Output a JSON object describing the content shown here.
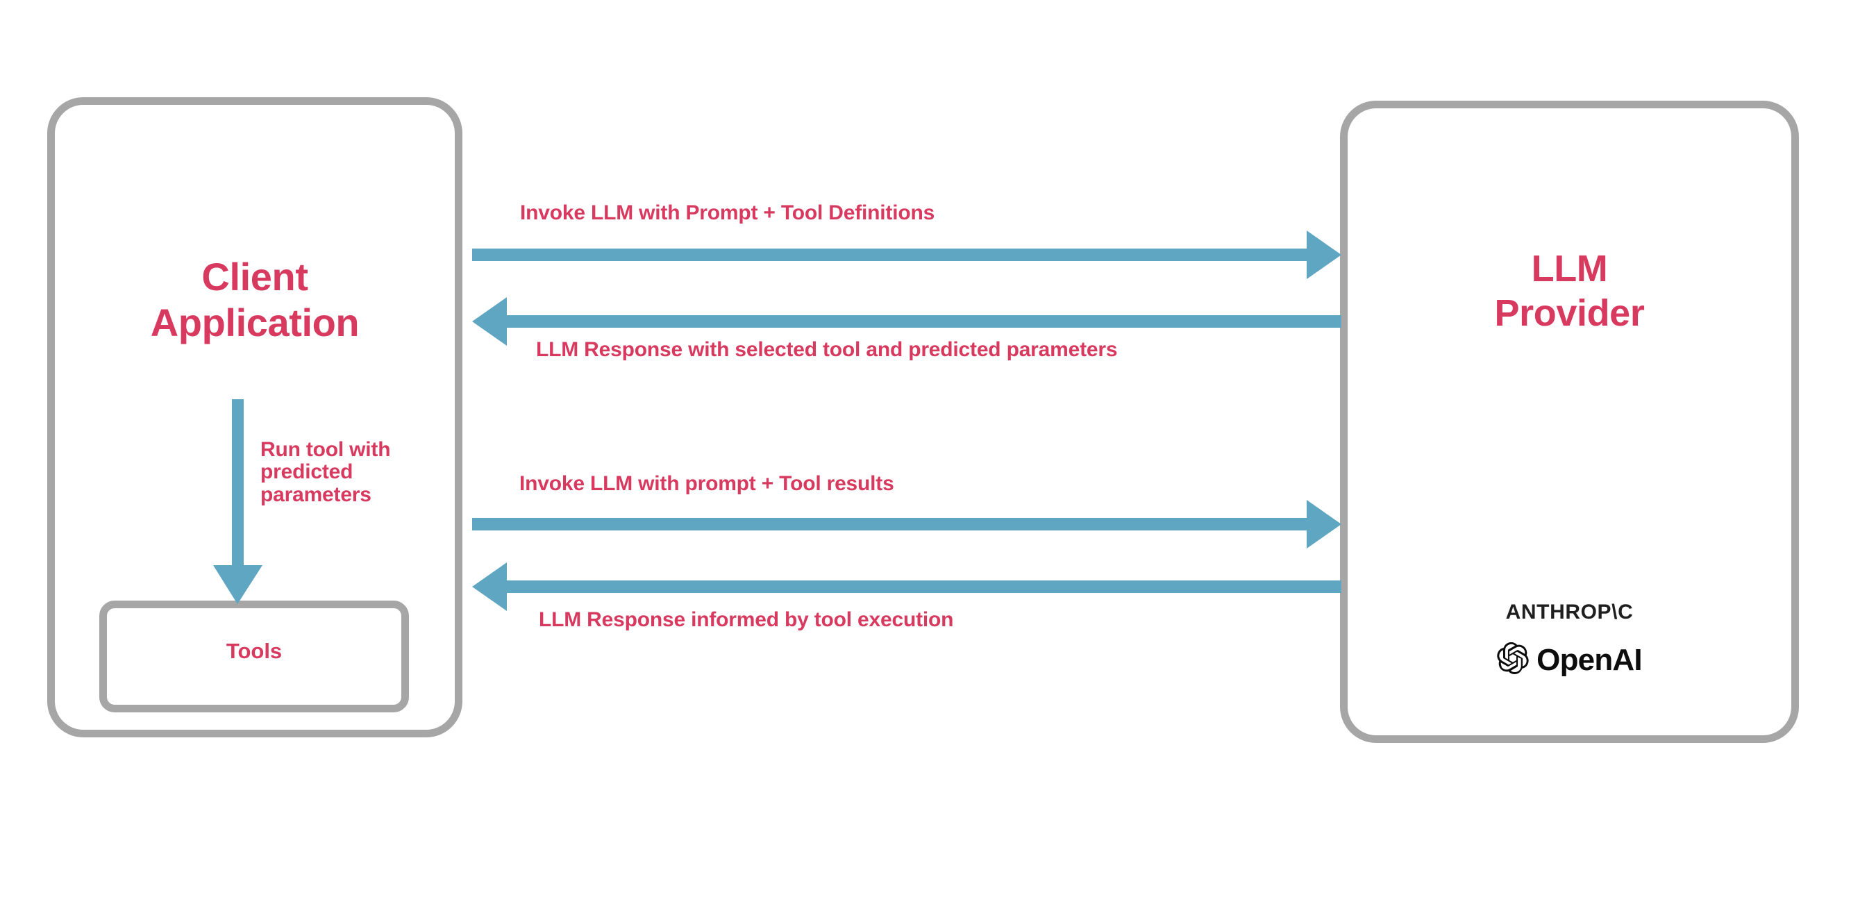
{
  "diagram": {
    "title": "LLM tool-calling interaction flow",
    "colors": {
      "accent_pink": "#d8395f",
      "arrow_blue": "#5fa6c2",
      "box_gray": "#a6a6a6",
      "brand_black": "#1f1f1f",
      "background": "#ffffff"
    },
    "nodes": {
      "client": {
        "label_line1": "Client",
        "label_line2": "Application"
      },
      "tools": {
        "label": "Tools"
      },
      "llm": {
        "label_line1": "LLM",
        "label_line2": "Provider"
      }
    },
    "brands": [
      {
        "name": "ANTHROP\\C",
        "icon": "anthropic-wordmark"
      },
      {
        "name": "OpenAI",
        "icon": "openai-logo"
      }
    ],
    "edges": [
      {
        "id": "invoke-tools-def",
        "label": "Invoke LLM with Prompt + Tool Definitions",
        "direction": "right",
        "from": "client",
        "to": "llm"
      },
      {
        "id": "response-selected-tool",
        "label": "LLM Response with selected tool and predicted parameters",
        "direction": "left",
        "from": "llm",
        "to": "client"
      },
      {
        "id": "invoke-tool-results",
        "label": "Invoke LLM with prompt + Tool results",
        "direction": "right",
        "from": "client",
        "to": "llm"
      },
      {
        "id": "response-informed",
        "label": "LLM Response informed by tool execution",
        "direction": "left",
        "from": "llm",
        "to": "client"
      },
      {
        "id": "run-tool",
        "label": "Run tool with predicted parameters",
        "direction": "down",
        "from": "client",
        "to": "tools"
      }
    ]
  }
}
